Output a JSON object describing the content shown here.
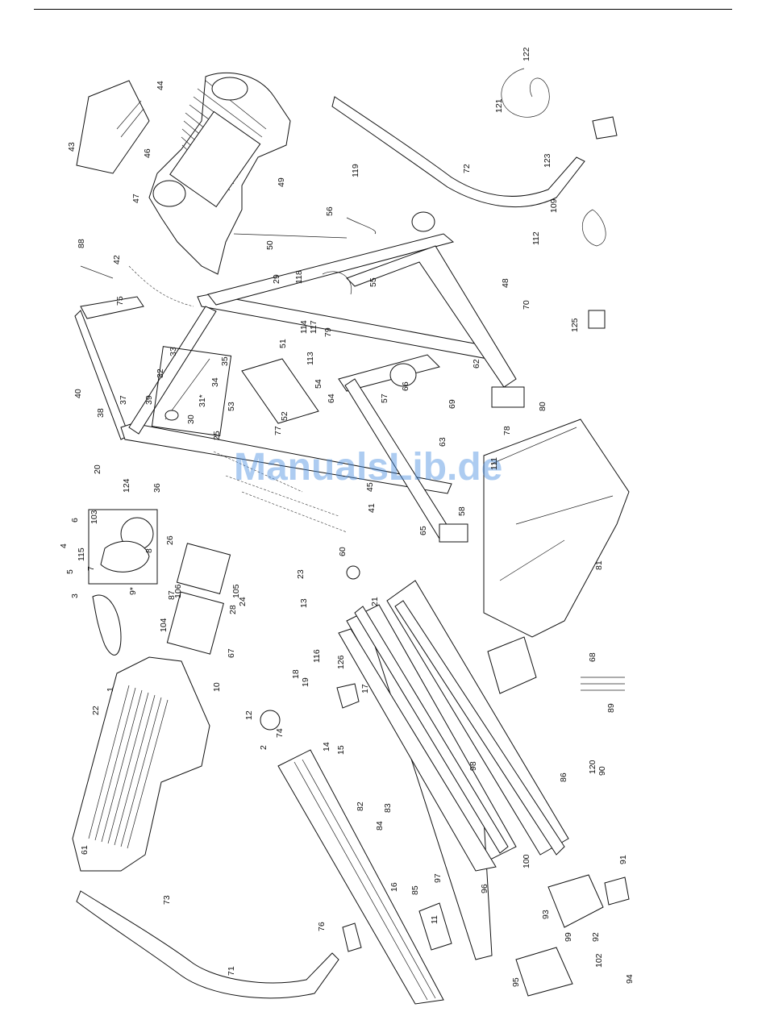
{
  "watermark": "ManualsLib.de",
  "callouts": [
    "1",
    "2",
    "3",
    "4",
    "5",
    "6",
    "7",
    "8",
    "9*",
    "10",
    "11",
    "12",
    "13",
    "14",
    "15",
    "16",
    "17",
    "18",
    "19",
    "20",
    "21",
    "22",
    "23",
    "24",
    "25",
    "26",
    "28",
    "29",
    "30",
    "31*",
    "32",
    "33",
    "34",
    "35",
    "36",
    "37",
    "38",
    "39",
    "40",
    "41",
    "42",
    "43",
    "44",
    "45",
    "46",
    "47",
    "48",
    "49",
    "50",
    "51",
    "52",
    "53",
    "54",
    "55",
    "56",
    "57",
    "58",
    "60",
    "61",
    "62",
    "63",
    "64",
    "65",
    "66",
    "67",
    "68",
    "69",
    "70",
    "71",
    "72",
    "73",
    "74",
    "75",
    "76",
    "77",
    "78",
    "79",
    "80",
    "81",
    "82",
    "83",
    "84",
    "85",
    "86",
    "87",
    "88",
    "89",
    "90",
    "91",
    "92",
    "93",
    "94",
    "95",
    "96",
    "97",
    "98",
    "99",
    "100",
    "102",
    "103",
    "104",
    "105",
    "106",
    "109",
    "111",
    "112",
    "113",
    "114",
    "115",
    "116",
    "117",
    "118",
    "119",
    "120",
    "121",
    "122",
    "123",
    "124",
    "125",
    "126"
  ]
}
